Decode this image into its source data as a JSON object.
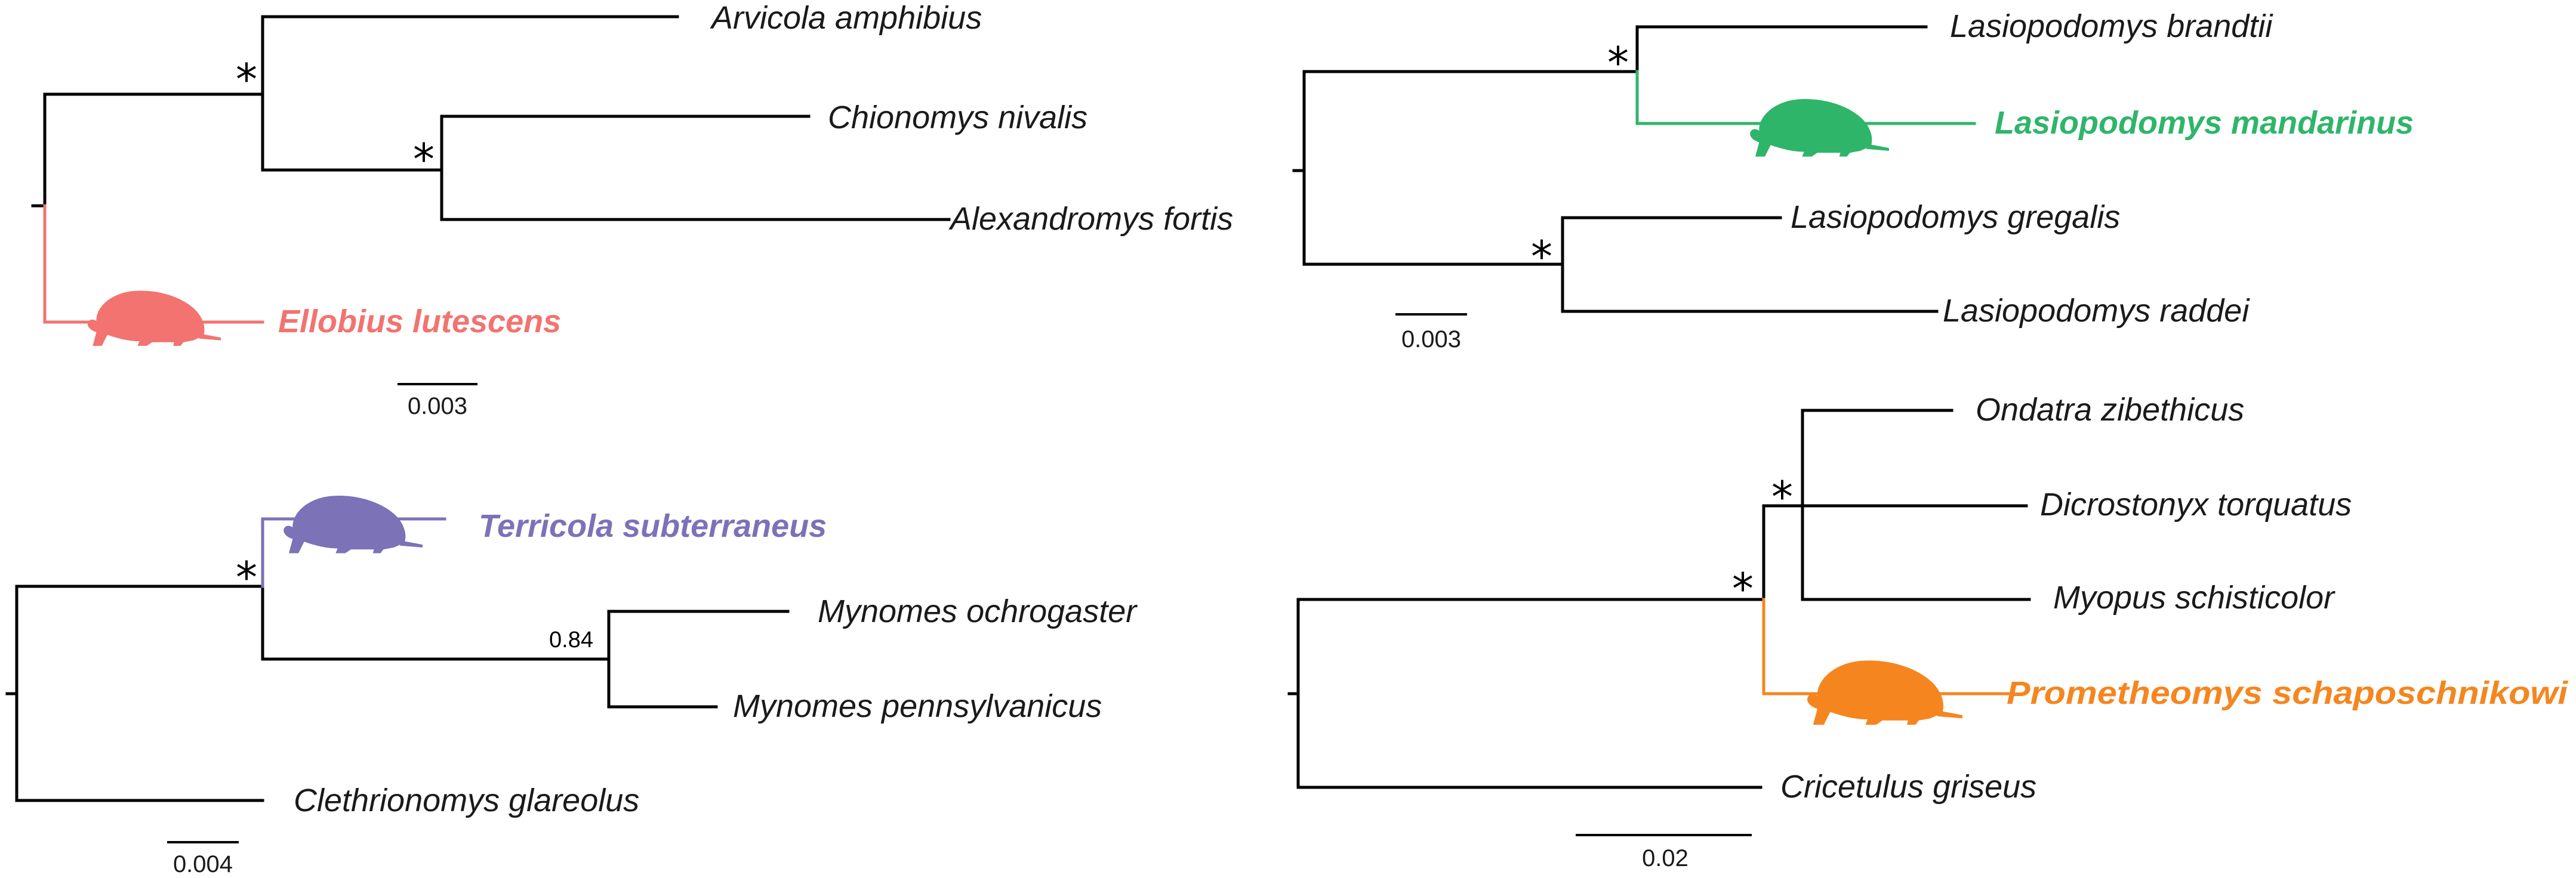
{
  "colors": {
    "default": "#000000",
    "ellobius": "#f2736f",
    "lasiopodomys_mandarinus": "#2fb56a",
    "terricola": "#7b72b8",
    "prometheomys": "#f5861f"
  },
  "panels": [
    {
      "id": "panel-a",
      "taxa": [
        {
          "name": "Arvicola amphibius",
          "highlight": false
        },
        {
          "name": "Chionomys nivalis",
          "highlight": false
        },
        {
          "name": "Alexandromys fortis",
          "highlight": false
        },
        {
          "name": "Ellobius lutescens",
          "highlight": true,
          "color": "#f2736f",
          "silhouette": "rodent-silhouette-icon"
        }
      ],
      "support": [
        "*",
        "*"
      ],
      "scale": "0.003"
    },
    {
      "id": "panel-b",
      "taxa": [
        {
          "name": "Lasiopodomys brandtii",
          "highlight": false
        },
        {
          "name": "Lasiopodomys mandarinus",
          "highlight": true,
          "color": "#2fb56a",
          "silhouette": "rodent-silhouette-icon"
        },
        {
          "name": "Lasiopodomys gregalis",
          "highlight": false
        },
        {
          "name": "Lasiopodomys raddei",
          "highlight": false
        }
      ],
      "support": [
        "*",
        "*"
      ],
      "scale": "0.003"
    },
    {
      "id": "panel-c",
      "taxa": [
        {
          "name": "Terricola subterraneus",
          "highlight": true,
          "color": "#7b72b8",
          "silhouette": "rodent-silhouette-icon"
        },
        {
          "name": "Mynomes ochrogaster",
          "highlight": false
        },
        {
          "name": "Mynomes pennsylvanicus",
          "highlight": false
        },
        {
          "name": "Clethrionomys glareolus",
          "highlight": false
        }
      ],
      "support": [
        "*",
        "0.84"
      ],
      "scale": "0.004"
    },
    {
      "id": "panel-d",
      "taxa": [
        {
          "name": "Ondatra zibethicus",
          "highlight": false
        },
        {
          "name": "Dicrostonyx torquatus",
          "highlight": false
        },
        {
          "name": "Myopus schisticolor",
          "highlight": false
        },
        {
          "name": "Prometheomys schaposchnikowi",
          "highlight": true,
          "color": "#f5861f",
          "silhouette": "rodent-silhouette-icon"
        },
        {
          "name": "Cricetulus griseus",
          "highlight": false
        }
      ],
      "support": [
        "*",
        "*"
      ],
      "scale": "0.02"
    }
  ]
}
